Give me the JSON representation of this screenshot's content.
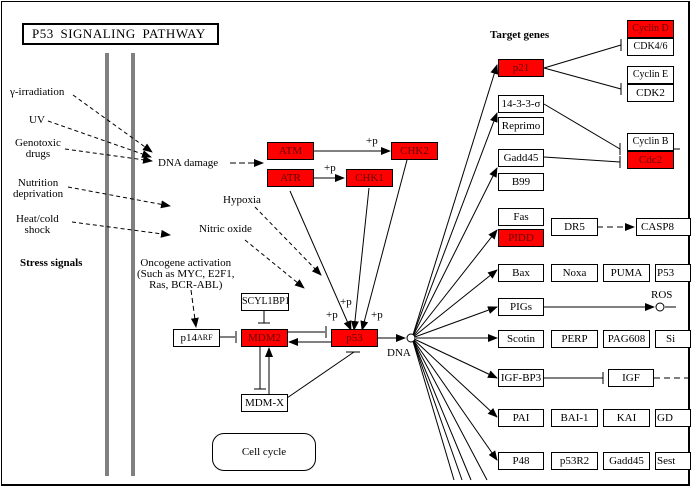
{
  "title": "P53 SIGNALING PATHWAY",
  "colors": {
    "highlight": "#ff0000",
    "highlight_text": "#660000",
    "divider": "#808080"
  },
  "stress": {
    "heading": "Stress signals",
    "inputs": [
      "γ-irradiation",
      "UV",
      "Genotoxic drugs",
      "Nutrition deprivation",
      "Heat/cold shock"
    ],
    "genotoxic_line1": "Genotoxic",
    "genotoxic_line2": "drugs",
    "nutrition_line1": "Nutrition",
    "nutrition_line2": "deprivation",
    "heat_line1": "Heat/cold",
    "heat_line2": "shock"
  },
  "signals": {
    "dna_damage": "DNA damage",
    "hypoxia": "Hypoxia",
    "nitric_oxide": "Nitric oxide",
    "oncogene_line1": "Oncogene activation",
    "oncogene_line2": "(Such as MYC, E2F1,",
    "oncogene_line3": "Ras, BCR-ABL)"
  },
  "nodes": {
    "ATM": "ATM",
    "ATR": "ATR",
    "CHK1": "CHK1",
    "CHK2": "CHK2",
    "p53": "p53",
    "MDM2": "MDM2",
    "MDMX": "MDM-X",
    "SCYL1BP1": "SCYL1BP1",
    "p14ARF_main": "p14",
    "p14ARF_sub": "ARF",
    "cell_cycle": "Cell cycle",
    "DNA": "DNA"
  },
  "phospho_label": "+p",
  "target_heading": "Target genes",
  "targets": {
    "p21": "p21",
    "sfn": "14-3-3-σ",
    "reprimo": "Reprimo",
    "gadd45a": "Gadd45",
    "b99": "B99",
    "fas": "Fas",
    "pidd": "PIDD",
    "dr5": "DR5",
    "casp8": "CASP8",
    "bax": "Bax",
    "noxa": "Noxa",
    "puma": "PUMA",
    "p53aip": "P53",
    "pigs": "PIGs",
    "ros": "ROS",
    "scotin": "Scotin",
    "perp": "PERP",
    "pag608": "PAG608",
    "siah": "Si",
    "igfbp3": "IGF-BP3",
    "igf": "IGF",
    "pai": "PAI",
    "bai1": "BAI-1",
    "kai": "KAI",
    "gd": "GD",
    "p48": "P48",
    "p53r2": "p53R2",
    "gadd45b": "Gadd45",
    "sest": "Sest"
  },
  "cyclins": {
    "cyclinD": "Cyclin D",
    "cdk46": "CDK4/6",
    "cyclinE": "Cyclin E",
    "cdk2": "CDK2",
    "cyclinB": "Cyclin B",
    "cdc2": "Cdc2"
  }
}
